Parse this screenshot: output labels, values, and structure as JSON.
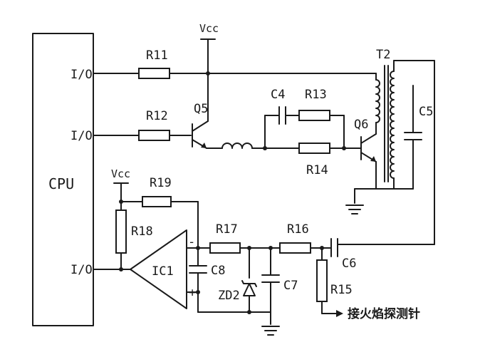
{
  "cpu": {
    "label": "CPU",
    "pins": [
      "I/O",
      "I/O",
      "I/O"
    ]
  },
  "supplies": {
    "vcc_top": "Vcc",
    "vcc_left": "Vcc"
  },
  "resistors": {
    "r11": "R11",
    "r12": "R12",
    "r13": "R13",
    "r14": "R14",
    "r15": "R15",
    "r16": "R16",
    "r17": "R17",
    "r18": "R18",
    "r19": "R19"
  },
  "capacitors": {
    "c4": "C4",
    "c5": "C5",
    "c6": "C6",
    "c7": "C7",
    "c8": "C8"
  },
  "transistors": {
    "q5": "Q5",
    "q6": "Q6"
  },
  "transformer": "T2",
  "opamp": "IC1",
  "zener": "ZD2",
  "probe_label": "接火焰探测针",
  "opamp_pins": {
    "minus": "-",
    "plus": "+"
  }
}
